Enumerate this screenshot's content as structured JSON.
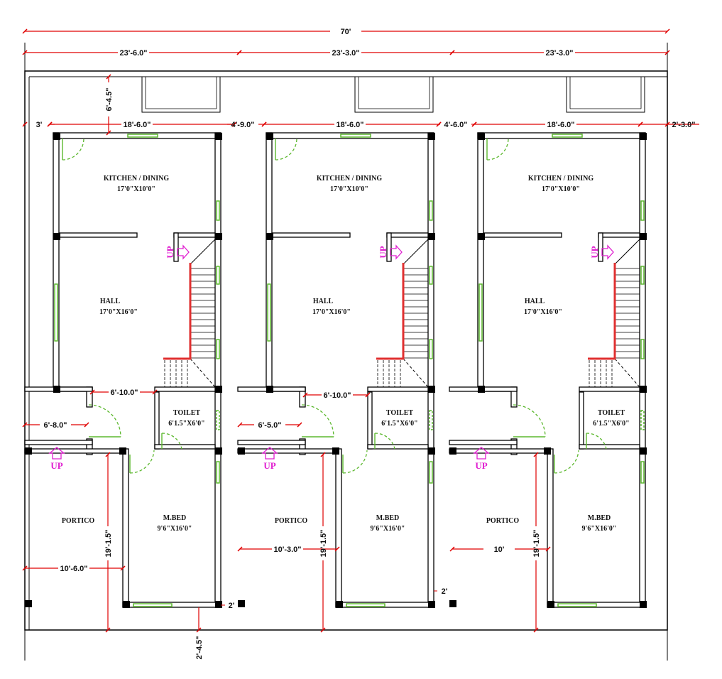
{
  "title": "Floor plan - three row houses",
  "colors": {
    "wall": "#000000",
    "dimension": "#e00000",
    "window": "#5cb82e",
    "up_arrow": "#e020d0",
    "handrail": "#e03030"
  },
  "overall_dims": {
    "total_width": "70'",
    "unit_widths": [
      "23'-6.0\"",
      "23'-3.0\"",
      "23'-3.0\""
    ],
    "inner": [
      "3'",
      "18'-6.0\"",
      "4'-9.0\"",
      "18'-6.0\"",
      "4'-6.0\"",
      "18'-6.0\"",
      "2'-3.0\""
    ],
    "front_setback": "6'-4.5\"",
    "gap_a": "2'",
    "gap_b": "2'",
    "rear": "2'-4.5\""
  },
  "units": [
    {
      "kitchen": {
        "name": "KITCHEN / DINING",
        "size": "17'0\"X10'0\""
      },
      "hall": {
        "name": "HALL",
        "size": "17'0\"X16'0\""
      },
      "toilet": {
        "name": "TOILET",
        "size": "6'1.5\"X6'0\""
      },
      "bed": {
        "name": "M.BED",
        "size": "9'6\"X16'0\""
      },
      "portico": {
        "name": "PORTICO"
      },
      "stair_up": "UP",
      "portico_up": "UP",
      "dims": {
        "passage": "6'-10.0\"",
        "lobby": "6'-8.0\"",
        "portico_width": "10'-6.0\"",
        "portico_depth": "19'-1.5\""
      }
    },
    {
      "kitchen": {
        "name": "KITCHEN / DINING",
        "size": "17'0\"X10'0\""
      },
      "hall": {
        "name": "HALL",
        "size": "17'0\"X16'0\""
      },
      "toilet": {
        "name": "TOILET",
        "size": "6'1.5\"X6'0\""
      },
      "bed": {
        "name": "M.BED",
        "size": "9'6\"X16'0\""
      },
      "portico": {
        "name": "PORTICO"
      },
      "stair_up": "UP",
      "portico_up": "UP",
      "dims": {
        "passage": "6'-10.0\"",
        "lobby": "6'-5.0\"",
        "portico_width": "10'-3.0\"",
        "portico_depth": "19'-1.5\""
      }
    },
    {
      "kitchen": {
        "name": "KITCHEN / DINING",
        "size": "17'0\"X10'0\""
      },
      "hall": {
        "name": "HALL",
        "size": "17'0\"X16'0\""
      },
      "toilet": {
        "name": "TOILET",
        "size": "6'1.5\"X6'0\""
      },
      "bed": {
        "name": "M.BED",
        "size": "9'6\"X16'0\""
      },
      "portico": {
        "name": "PORTICO"
      },
      "stair_up": "UP",
      "portico_up": "UP",
      "dims": {
        "portico_width": "10'",
        "portico_depth": "19'-1.5\""
      }
    }
  ]
}
